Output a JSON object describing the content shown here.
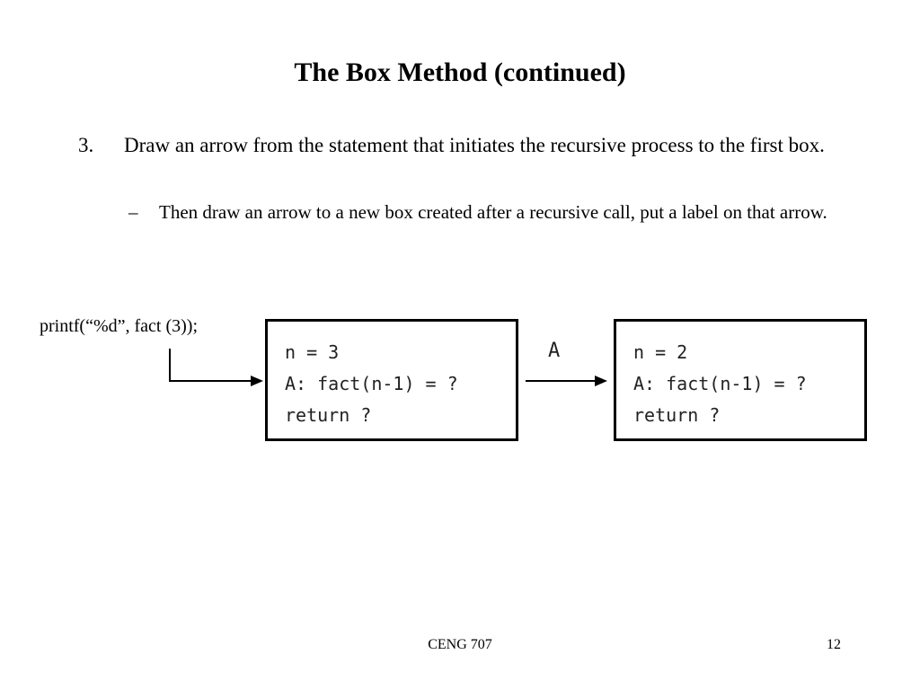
{
  "slide": {
    "title": "The Box Method (continued)",
    "bullet": {
      "number": "3.",
      "text": "Draw an arrow from the statement that initiates the recursive process to the first box.",
      "sub": {
        "marker": "–",
        "text": "Then draw an arrow to a new box created after a recursive call, put a label on that arrow."
      }
    },
    "diagram": {
      "call_statement": "printf(“%d”, fact (3));",
      "arrow_label": "A",
      "boxes": [
        {
          "line1": "n = 3",
          "line2": "A: fact(n-1) = ?",
          "line3": "return ?"
        },
        {
          "line1": "n = 2",
          "line2": "A: fact(n-1) = ?",
          "line3": "return ?"
        }
      ]
    },
    "footer": {
      "course": "CENG 707",
      "page_number": "12"
    }
  }
}
